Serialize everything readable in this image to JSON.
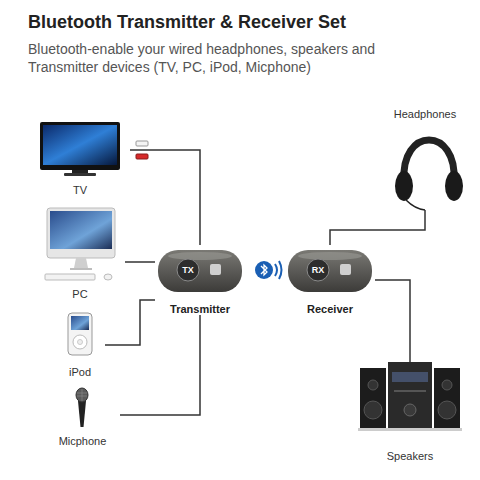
{
  "diagram": {
    "title": "Bluetooth Transmitter & Receiver Set",
    "nodes": [
      {
        "text": [
          "TV"
        ]
      },
      {
        "text": [
          "PC"
        ]
      },
      {
        "text": [
          "iPod"
        ]
      },
      {
        "text": [
          "Micphone"
        ]
      },
      {
        "text": [
          "TX",
          "Transmitter"
        ]
      },
      {
        "text": [
          "RX",
          "Receiver"
        ]
      },
      {
        "text": [
          "Headphones"
        ]
      },
      {
        "text": [
          "Speakers"
        ]
      }
    ],
    "edges": [
      {
        "from": 0,
        "to": 4,
        "arrow": "none"
      },
      {
        "from": 1,
        "to": 4,
        "arrow": "none"
      },
      {
        "from": 2,
        "to": 4,
        "arrow": "none"
      },
      {
        "from": 3,
        "to": 4,
        "arrow": "none"
      },
      {
        "from": 5,
        "to": 6,
        "arrow": "none"
      },
      {
        "from": 5,
        "to": 7,
        "arrow": "none"
      }
    ],
    "labels": [
      "Bluetooth-enable your wired headphones, speakers and Transmitter devices (TV, PC, iPod, Micphone)"
    ]
  }
}
